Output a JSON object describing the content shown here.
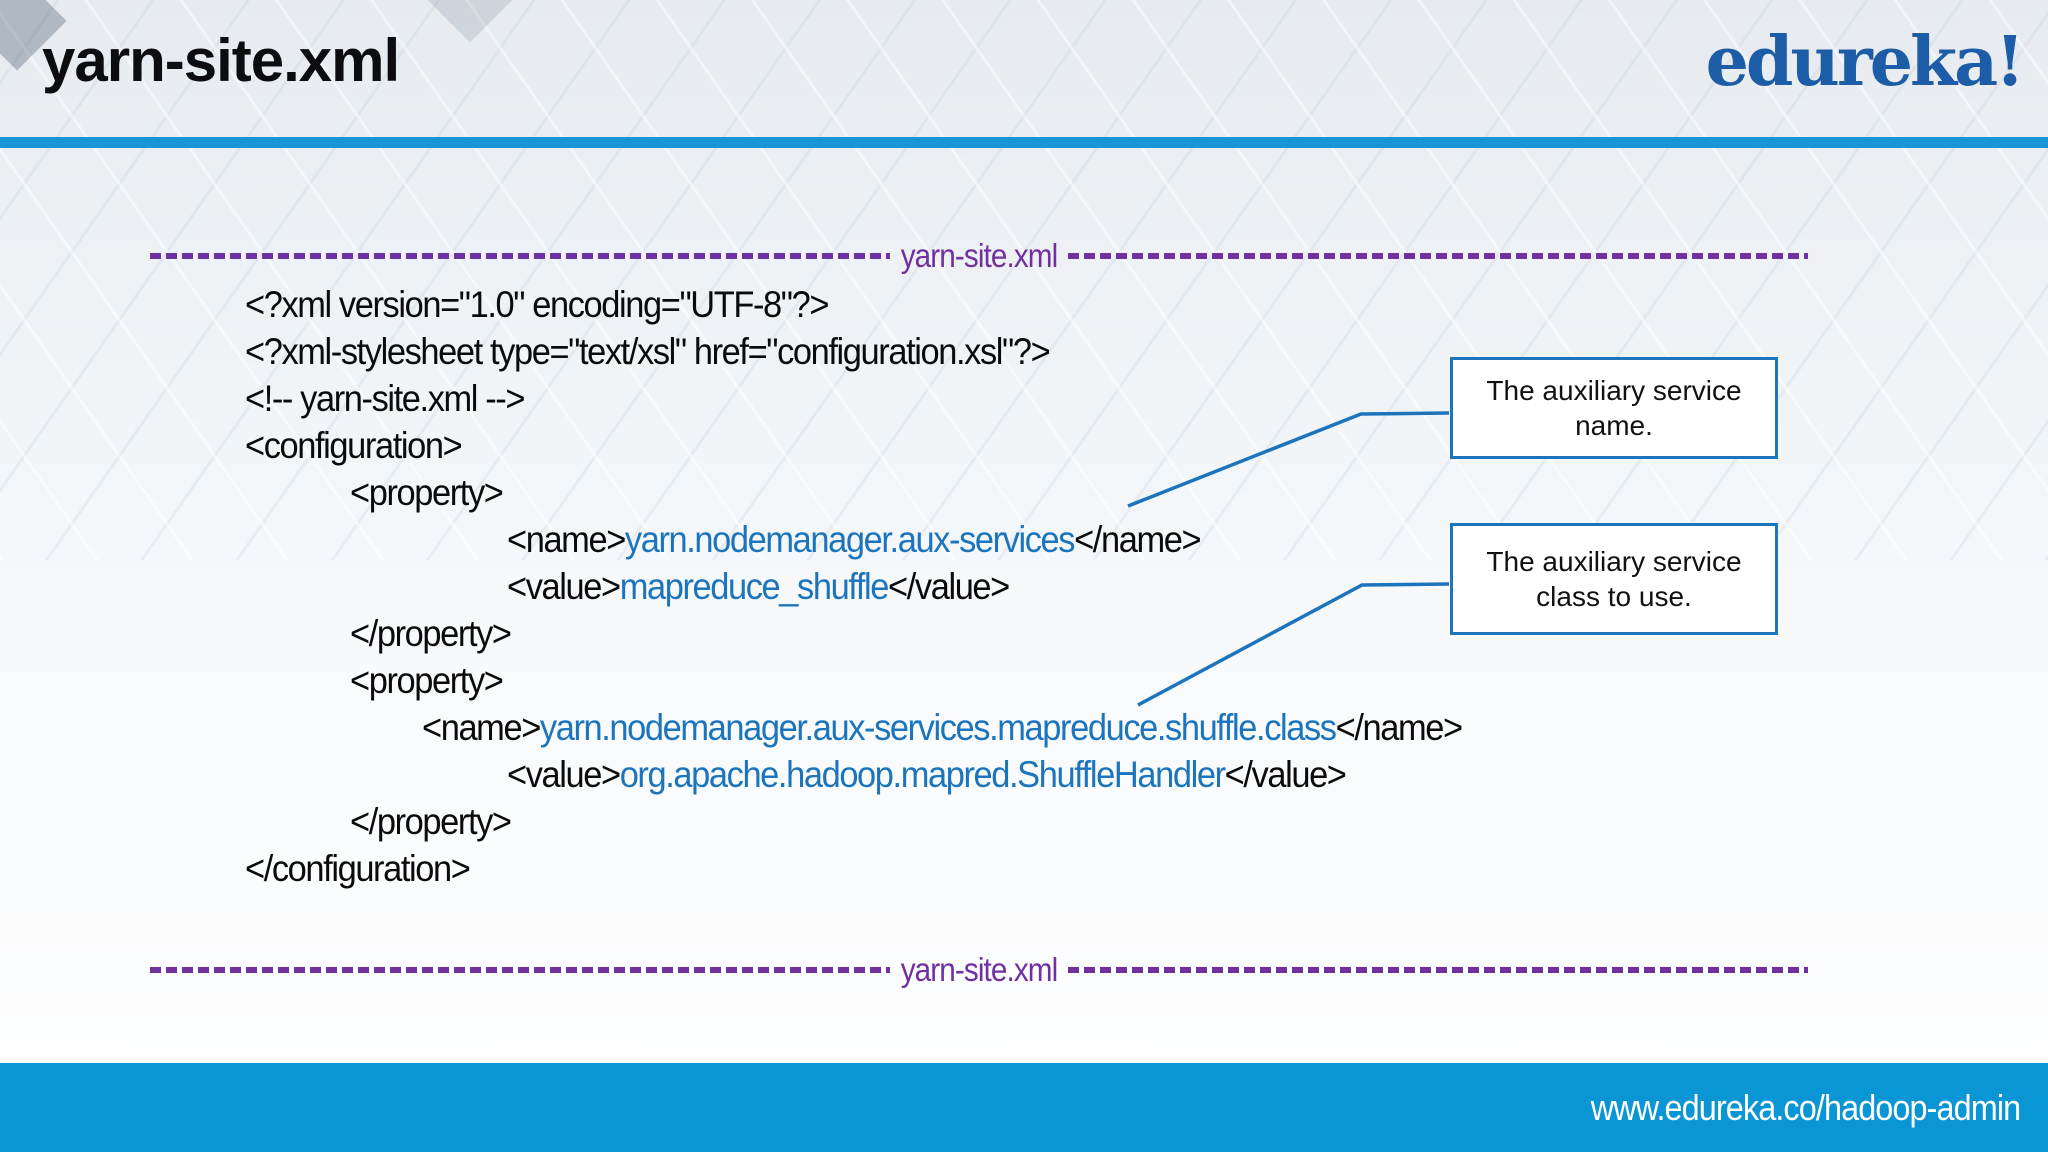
{
  "slide": {
    "title": "yarn-site.xml",
    "logo_text": "edureka!",
    "footer_url": "www.edureka.co/hadoop-admin"
  },
  "separator": {
    "label": "yarn-site.xml"
  },
  "code": {
    "lines": [
      {
        "indent": 1,
        "segments": [
          {
            "text": "<?xml version=\"1.0\" encoding=\"UTF-8\"?>",
            "color": "plain"
          }
        ]
      },
      {
        "indent": 1,
        "segments": [
          {
            "text": "<?xml-stylesheet type=\"text/xsl\" href=\"configuration.xsl\"?>",
            "color": "plain"
          }
        ]
      },
      {
        "indent": 1,
        "segments": [
          {
            "text": "<!-- yarn-site.xml -->",
            "color": "plain"
          }
        ]
      },
      {
        "indent": 1,
        "segments": [
          {
            "text": "<configuration>",
            "color": "plain"
          }
        ]
      },
      {
        "indent": 2,
        "segments": [
          {
            "text": "<property>",
            "color": "plain"
          }
        ]
      },
      {
        "indent": 4,
        "segments": [
          {
            "text": "<name>",
            "color": "plain"
          },
          {
            "text": "yarn.nodemanager.aux-services",
            "color": "blue"
          },
          {
            "text": "</name>",
            "color": "plain"
          }
        ]
      },
      {
        "indent": 4,
        "segments": [
          {
            "text": "<value>",
            "color": "plain"
          },
          {
            "text": "mapreduce_shuffle",
            "color": "blue"
          },
          {
            "text": "</value>",
            "color": "plain"
          }
        ]
      },
      {
        "indent": 2,
        "segments": [
          {
            "text": "</property>",
            "color": "plain"
          }
        ]
      },
      {
        "indent": 2,
        "segments": [
          {
            "text": "<property>",
            "color": "plain"
          }
        ]
      },
      {
        "indent": 3,
        "segments": [
          {
            "text": "<name>",
            "color": "plain"
          },
          {
            "text": "yarn.nodemanager.aux-services.mapreduce.shuffle.class",
            "color": "blue"
          },
          {
            "text": "</name>",
            "color": "plain"
          }
        ]
      },
      {
        "indent": 4,
        "segments": [
          {
            "text": "<value>",
            "color": "plain"
          },
          {
            "text": "org.apache.hadoop.mapred.ShuffleHandler",
            "color": "blue"
          },
          {
            "text": "</value>",
            "color": "plain"
          }
        ]
      },
      {
        "indent": 2,
        "segments": [
          {
            "text": "</property>",
            "color": "plain"
          }
        ]
      },
      {
        "indent": 1,
        "segments": [
          {
            "text": "</configuration>",
            "color": "plain"
          }
        ]
      }
    ]
  },
  "callouts": [
    {
      "text": "The auxiliary service name."
    },
    {
      "text": "The auxiliary service class to use."
    }
  ],
  "colors": {
    "code_value_blue": "#1b74bc",
    "separator_purple": "#7030a0",
    "header_rule_blue": "#1795d5",
    "footer_bar_blue": "#0a95d4",
    "logo_blue": "#1d5ca6",
    "callout_border_blue": "#1b74bc"
  }
}
